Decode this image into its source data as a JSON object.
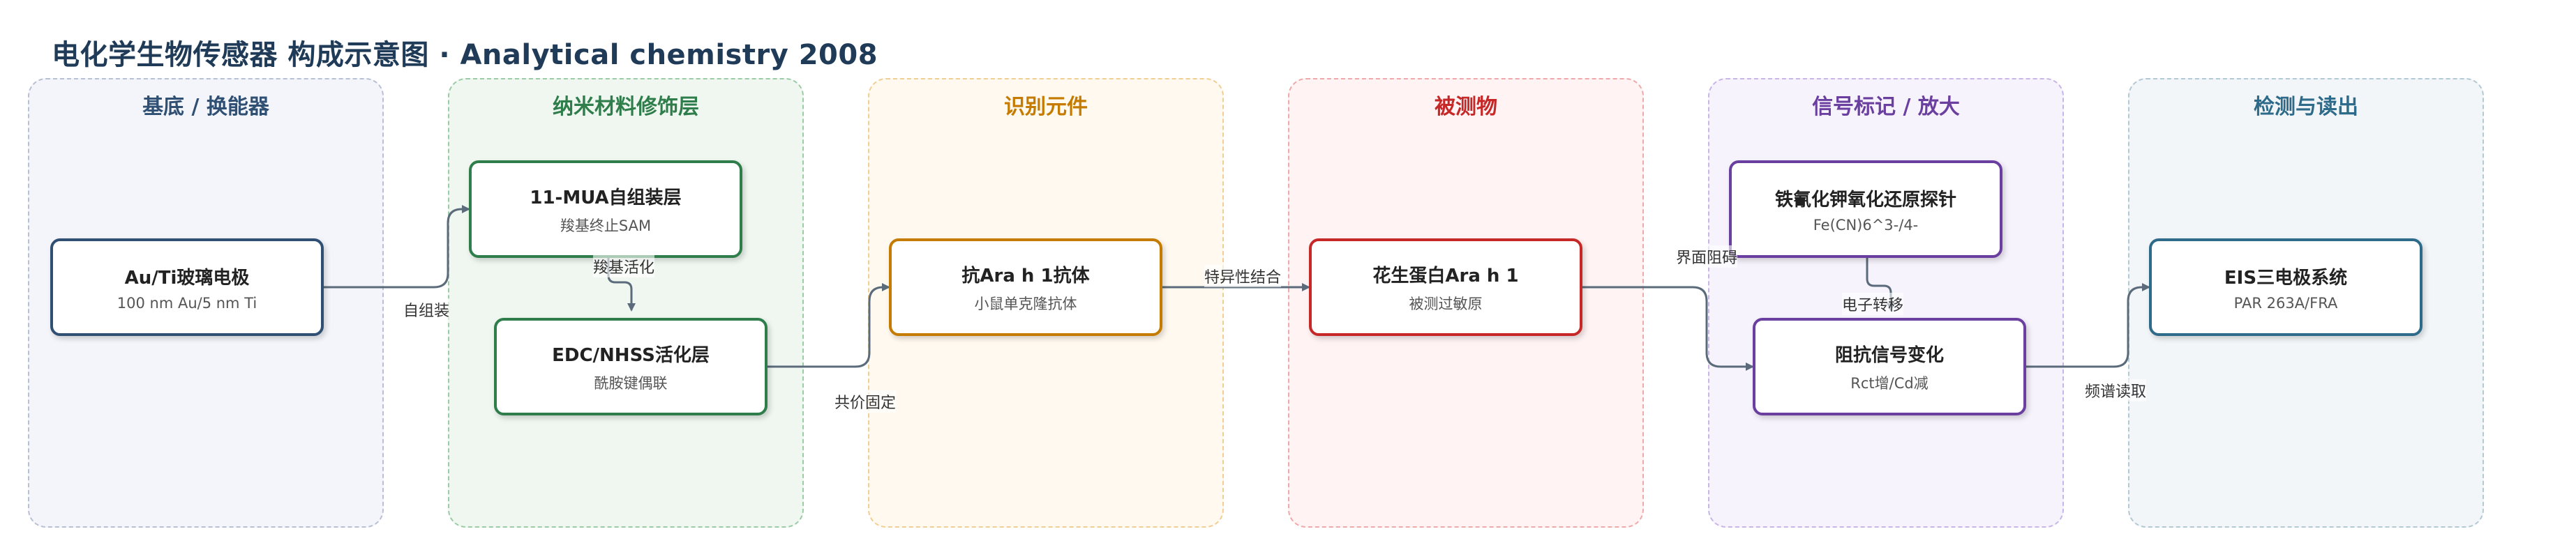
{
  "title": "电化学生物传感器 构成示意图 · Analytical chemistry 2008",
  "colors": {
    "edge": "#5b6b7b",
    "substrate": "#2f4f73",
    "nano": "#2e7d4a",
    "recognition": "#c57a00",
    "analyte": "#c62828",
    "signal": "#6a3fa0",
    "readout": "#2e6b8a"
  },
  "columns": [
    {
      "id": "substrate",
      "title": "基底 / 换能器"
    },
    {
      "id": "nano",
      "title": "纳米材料修饰层"
    },
    {
      "id": "recognition",
      "title": "识别元件"
    },
    {
      "id": "analyte",
      "title": "被测物"
    },
    {
      "id": "signal",
      "title": "信号标记 / 放大"
    },
    {
      "id": "readout",
      "title": "检测与读出"
    }
  ],
  "nodes": {
    "electrode": {
      "title": "Au/Ti玻璃电极",
      "sub": "100 nm Au/5 nm Ti"
    },
    "mua": {
      "title": "11-MUA自组装层",
      "sub": "羧基终止SAM"
    },
    "edc": {
      "title": "EDC/NHSS活化层",
      "sub": "酰胺键偶联"
    },
    "antibody": {
      "title": "抗Ara h 1抗体",
      "sub": "小鼠单克隆抗体"
    },
    "allergen": {
      "title": "花生蛋白Ara h 1",
      "sub": "被测过敏原"
    },
    "probe": {
      "title": "铁氰化钾氧化还原探针",
      "sub": "Fe(CN)6^3-/4-"
    },
    "impedance": {
      "title": "阻抗信号变化",
      "sub": "Rct增/Cd减"
    },
    "eis": {
      "title": "EIS三电极系统",
      "sub": "PAR 263A/FRA"
    }
  },
  "edge_labels": {
    "self_assembly": "自组装",
    "carboxyl_activation": "羧基活化",
    "covalent": "共价固定",
    "specific_binding": "特异性结合",
    "interface_block": "界面阻碍",
    "electron_transfer": "电子转移",
    "spectrum_readout": "频谱读取"
  }
}
